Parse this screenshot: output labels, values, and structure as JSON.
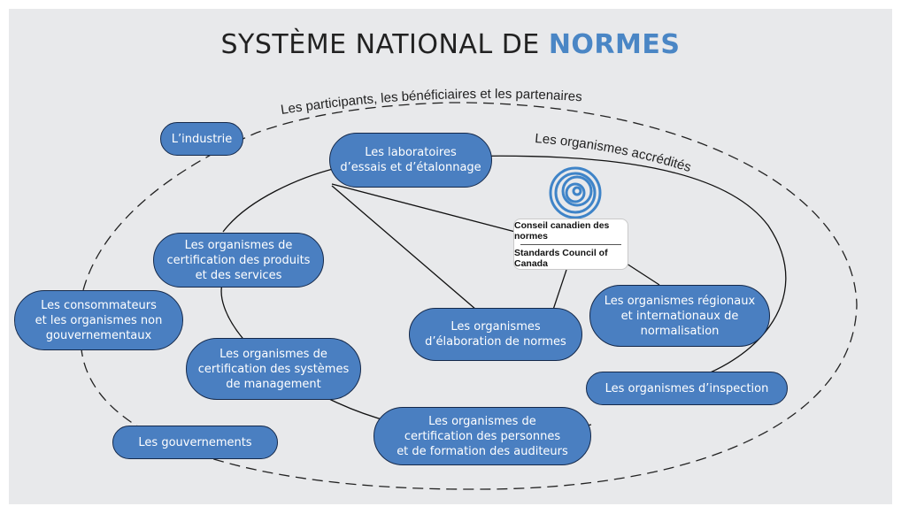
{
  "title": {
    "main": "SYSTÈME NATIONAL DE",
    "accent": "NORMES"
  },
  "outer_label": "Les participants, les bénéficiaires et les partenaires",
  "inner_label": "Les organismes accrédités",
  "logo": {
    "line_fr": "Conseil canadien des normes",
    "line_en": "Standards Council of Canada"
  },
  "nodes": {
    "industrie": "L’industrie",
    "laboratoires": "Les laboratoires\nd’essais et d’étalonnage",
    "cert_produits": "Les organismes de\ncertification des produits\net des services",
    "consommateurs": "Les consommateurs\net les organismes non\ngouvernementaux",
    "cert_systemes": "Les organismes de\ncertification des systèmes\nde management",
    "elaboration": "Les organismes\nd’élaboration de normes",
    "regionaux": "Les organismes régionaux\net internationaux de\nnormalisation",
    "inspection": "Les organismes d’inspection",
    "gouvernements": "Les gouvernements",
    "cert_personnes": "Les organismes de\ncertification des personnes\net de formation des auditeurs"
  },
  "colors": {
    "node_fill": "#4a7fc1",
    "node_border": "#15294a",
    "accent": "#4a86c5",
    "background": "#e8e9eb"
  }
}
